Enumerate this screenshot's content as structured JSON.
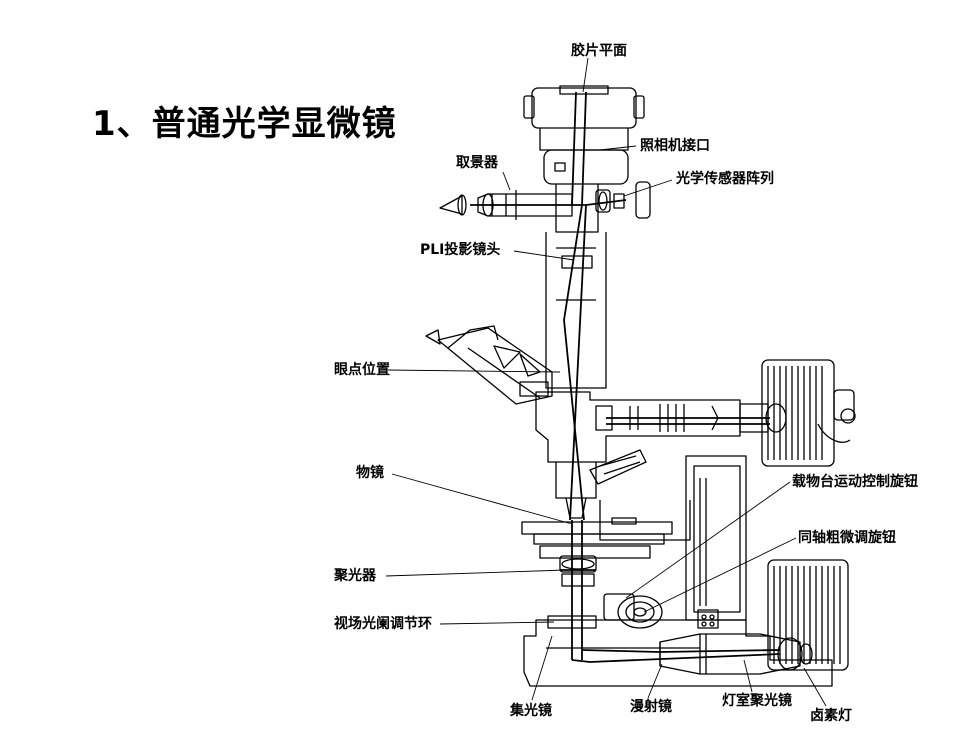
{
  "slide": {
    "title": "1、普通光学显微镜"
  },
  "labels": {
    "film_plane": "胶片平面",
    "camera_port": "照相机接口",
    "viewfinder": "取景器",
    "sensor_array": "光学传感器阵列",
    "pli_projection_lens": "PLI投影镜头",
    "eyepoint": "眼点位置",
    "objective": "物镜",
    "stage_knob": "载物台运动控制旋钮",
    "focus_knob": "同轴粗微调旋钮",
    "condenser": "聚光器",
    "field_diaphragm_ring": "视场光阑调节环",
    "collector_lens": "集光镜",
    "diffuser": "漫射镜",
    "lamp_condenser": "灯室聚光镜",
    "halogen_lamp": "卤素灯"
  },
  "colors": {
    "ink": "#000000",
    "background": "#ffffff"
  }
}
